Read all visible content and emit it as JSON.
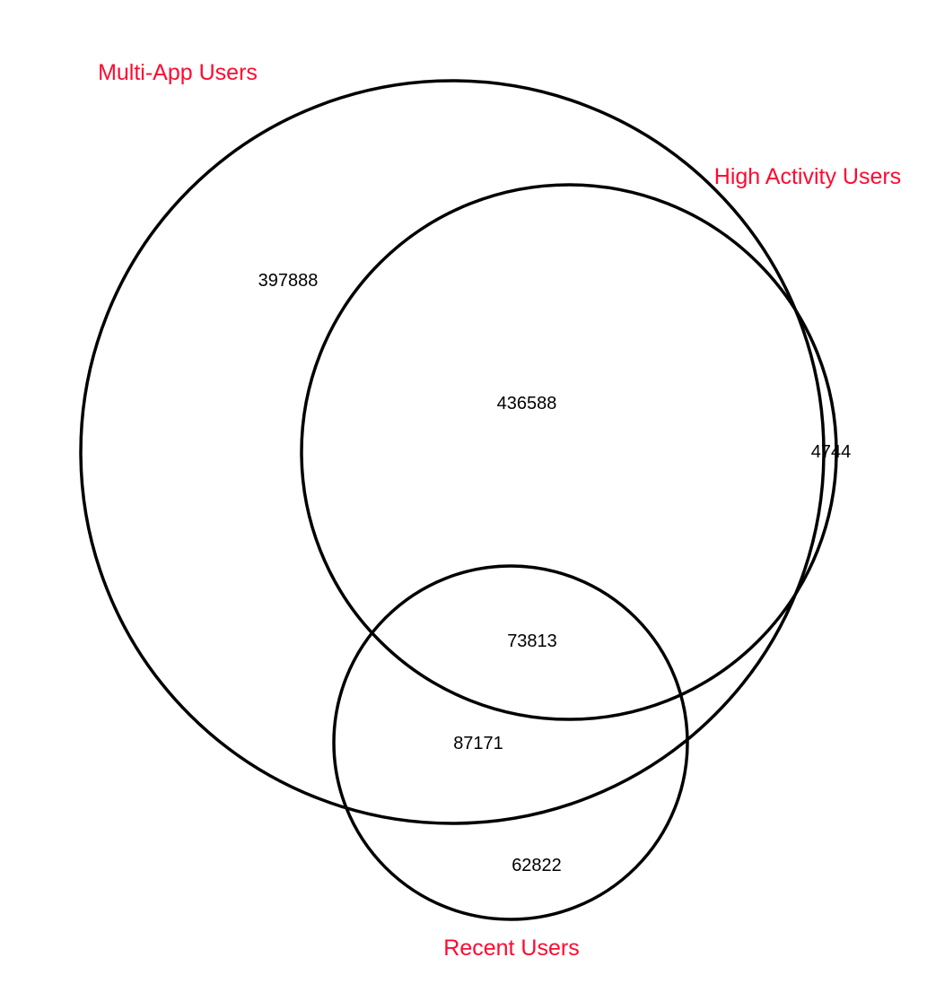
{
  "label_color": "#ff0a2f",
  "sets": {
    "multi_app": "Multi-App Users",
    "high_activity": "High Activity Users",
    "recent": "Recent Users"
  },
  "regions": {
    "multi_app_only": "397888",
    "multi_app_and_high_activity": "436588",
    "high_activity_only": "4744",
    "all_three": "73813",
    "multi_app_and_recent": "87171",
    "recent_only": "62822"
  }
}
